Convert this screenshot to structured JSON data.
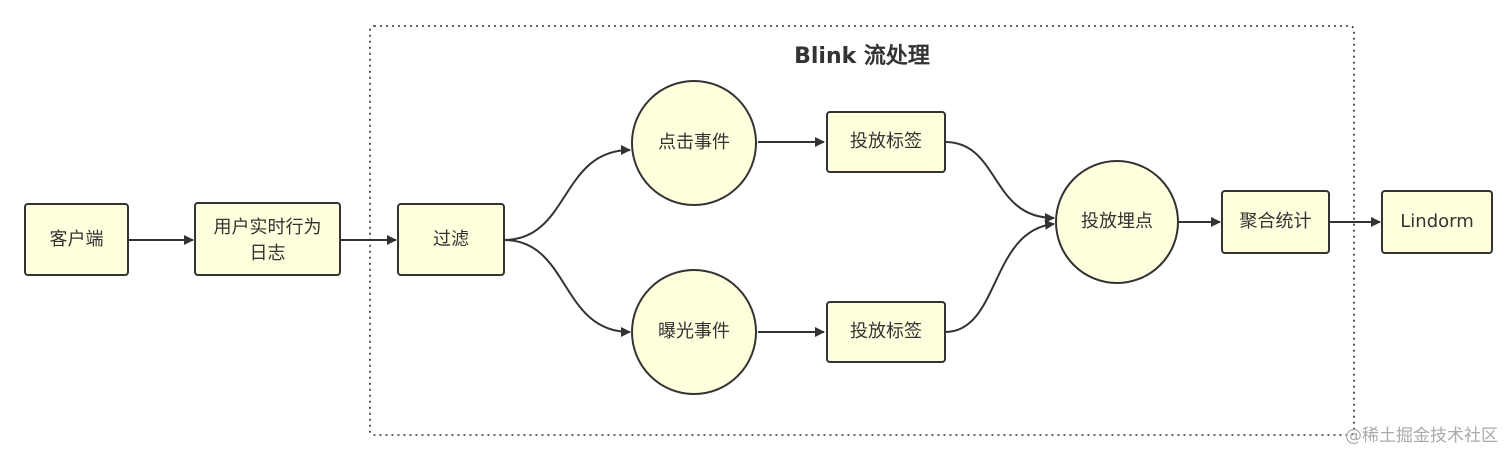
{
  "diagram": {
    "group": {
      "title": "Blink 流处理"
    },
    "nodes": {
      "client": {
        "label": "客户端"
      },
      "log": {
        "line1": "用户实时行为",
        "line2": "日志"
      },
      "filter": {
        "label": "过滤"
      },
      "click": {
        "label": "点击事件"
      },
      "exposure": {
        "label": "曝光事件"
      },
      "tag_top": {
        "label": "投放标签"
      },
      "tag_bottom": {
        "label": "投放标签"
      },
      "track": {
        "label": "投放埋点"
      },
      "agg": {
        "label": "聚合统计"
      },
      "lindorm": {
        "label": "Lindorm"
      }
    },
    "edges": [
      {
        "from": "client",
        "to": "log"
      },
      {
        "from": "log",
        "to": "filter"
      },
      {
        "from": "filter",
        "to": "click"
      },
      {
        "from": "filter",
        "to": "exposure"
      },
      {
        "from": "click",
        "to": "tag_top"
      },
      {
        "from": "exposure",
        "to": "tag_bottom"
      },
      {
        "from": "tag_top",
        "to": "track"
      },
      {
        "from": "tag_bottom",
        "to": "track"
      },
      {
        "from": "track",
        "to": "agg"
      },
      {
        "from": "agg",
        "to": "lindorm"
      }
    ]
  },
  "colors": {
    "node_fill": "#ffffde",
    "stroke": "#333333",
    "watermark": "#aaaaaa"
  },
  "watermark": "@稀土掘金技术社区"
}
